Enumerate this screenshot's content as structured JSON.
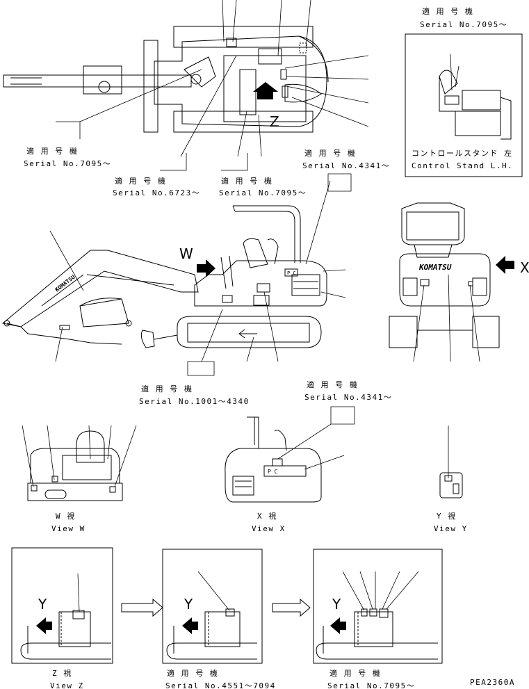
{
  "labels": {
    "top_right_jp": "適 用 号 機",
    "top_right_serial": "Serial No.7095～",
    "left_jp": "適 用 号 機",
    "left_serial": "Serial No.7095～",
    "mid_a_jp": "適 用 号 機",
    "mid_a_serial": "Serial No.6723～",
    "mid_b_jp": "適 用 号 機",
    "mid_b_serial": "Serial No.7095～",
    "right_a_jp": "適 用 号 機",
    "right_a_serial": "Serial No.4341～",
    "stand_jp": "コントロールスタンド 左",
    "stand_en": "Control Stand L.H.",
    "side_a_jp": "適 用 号 機",
    "side_a_serial": "Serial No.1001～4340",
    "side_b_jp": "適 用 号 機",
    "side_b_serial": "Serial No.4341～",
    "view_w_jp": "W 視",
    "view_w_en": "View W",
    "view_x_jp": "X 視",
    "view_x_en": "View X",
    "view_y_jp": "Y 視",
    "view_y_en": "View Y",
    "view_z_jp": "Z 視",
    "view_z_en": "View Z",
    "z2_jp": "適 用 号 機",
    "z2_serial": "Serial No.4551～7094",
    "z3_jp": "適 用 号 機",
    "z3_serial": "Serial No.7095～",
    "drawing_no": "PEA2360A"
  },
  "markers": {
    "z": "Z",
    "w": "W",
    "x": "X",
    "y": "Y",
    "pc": "P C",
    "brand": "KOMATSU"
  }
}
